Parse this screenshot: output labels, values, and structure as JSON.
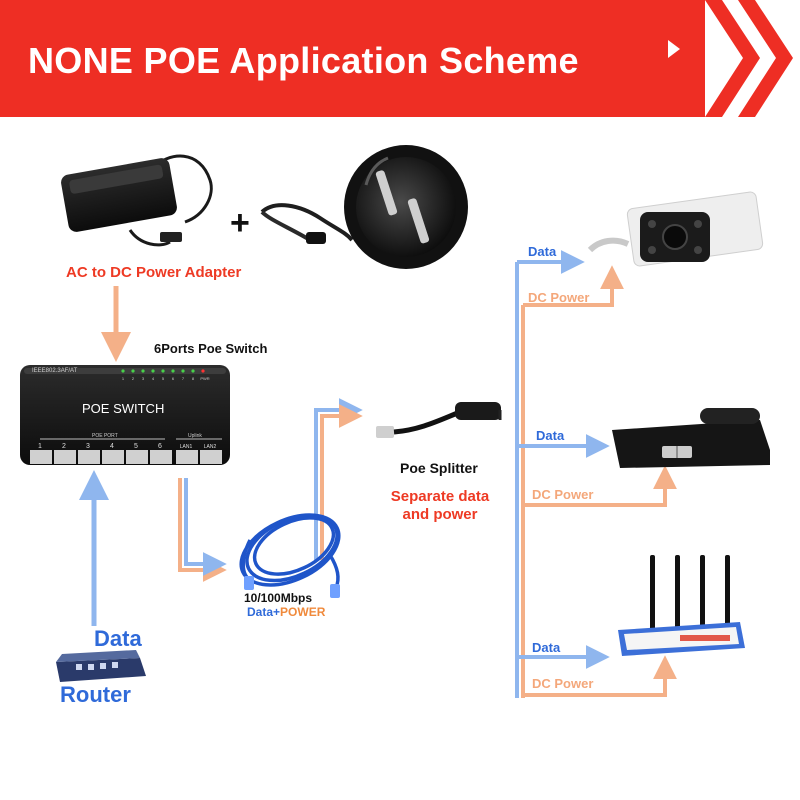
{
  "header": {
    "title": "NONE POE Application Scheme",
    "bg_color": "#ee2e24"
  },
  "adapter": {
    "label": "AC to DC Power Adapter",
    "plus_sign": "+"
  },
  "switch": {
    "label": "6Ports Poe Switch",
    "panel_text": "POE SWITCH",
    "model_text": "IEEE802.3AF/AT",
    "port_group_label": "POE PORT",
    "uplink_label": "Uplink",
    "port_numbers": [
      "1",
      "2",
      "3",
      "4",
      "5",
      "6",
      "LAN1",
      "LAN2"
    ],
    "led_labels": [
      "1",
      "2",
      "3",
      "4",
      "5",
      "6",
      "7",
      "8",
      "PWR"
    ]
  },
  "cable": {
    "speed_label": "10/100Mbps",
    "data_word": "Data",
    "plus_word": "+",
    "power_word": "POWER"
  },
  "splitter": {
    "label": "Poe Splitter",
    "separate_label": "Separate data and power"
  },
  "router": {
    "data_label": "Data",
    "label": "Router"
  },
  "receivers": [
    {
      "device": "ip-camera",
      "data_label": "Data",
      "power_label": "DC Power"
    },
    {
      "device": "ip-phone",
      "data_label": "Data",
      "power_label": "DC Power"
    },
    {
      "device": "wireless-router",
      "data_label": "Data",
      "power_label": "DC Power"
    }
  ],
  "colors": {
    "data_line": "#8fb6ee",
    "power_line": "#f4b088",
    "accent_red": "#ee3a24",
    "label_blue": "#2f6ad9"
  }
}
